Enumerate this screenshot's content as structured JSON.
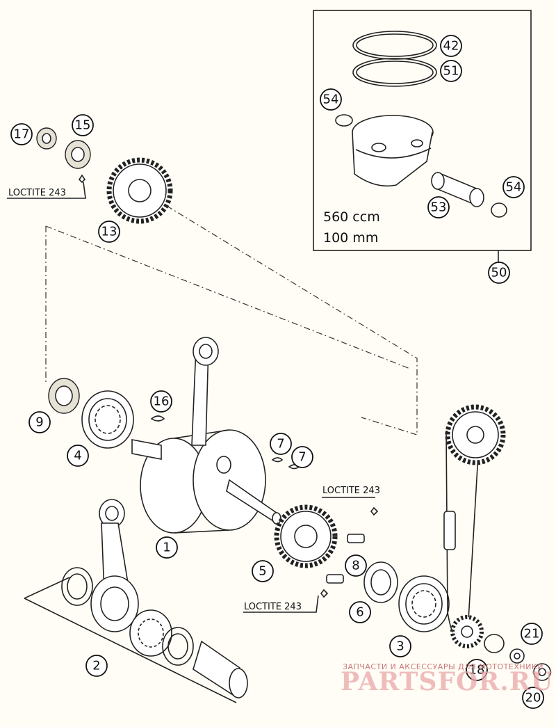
{
  "diagram": {
    "callouts": [
      {
        "num": "42"
      },
      {
        "num": "51"
      },
      {
        "num": "54"
      },
      {
        "num": "54"
      },
      {
        "num": "53"
      },
      {
        "num": "50"
      },
      {
        "num": "17"
      },
      {
        "num": "15"
      },
      {
        "num": "13"
      },
      {
        "num": "16"
      },
      {
        "num": "9"
      },
      {
        "num": "4"
      },
      {
        "num": "7"
      },
      {
        "num": "7"
      },
      {
        "num": "1"
      },
      {
        "num": "2"
      },
      {
        "num": "5"
      },
      {
        "num": "8"
      },
      {
        "num": "6"
      },
      {
        "num": "3"
      },
      {
        "num": "21"
      },
      {
        "num": "18"
      },
      {
        "num": "20"
      }
    ],
    "loctite_labels": [
      "LOCTITE 243",
      "LOCTITE 243",
      "LOCTITE 243"
    ],
    "piston_box": {
      "displacement": "560 ccm",
      "bore": "100 mm"
    }
  },
  "watermark": {
    "tagline": "ЗАПЧАСТИ И АКСЕССУАРЫ ДЛЯ МОТОТЕХНИКИ",
    "brand": "PARTSFOR.RU",
    "color": "#e8a7a7"
  }
}
